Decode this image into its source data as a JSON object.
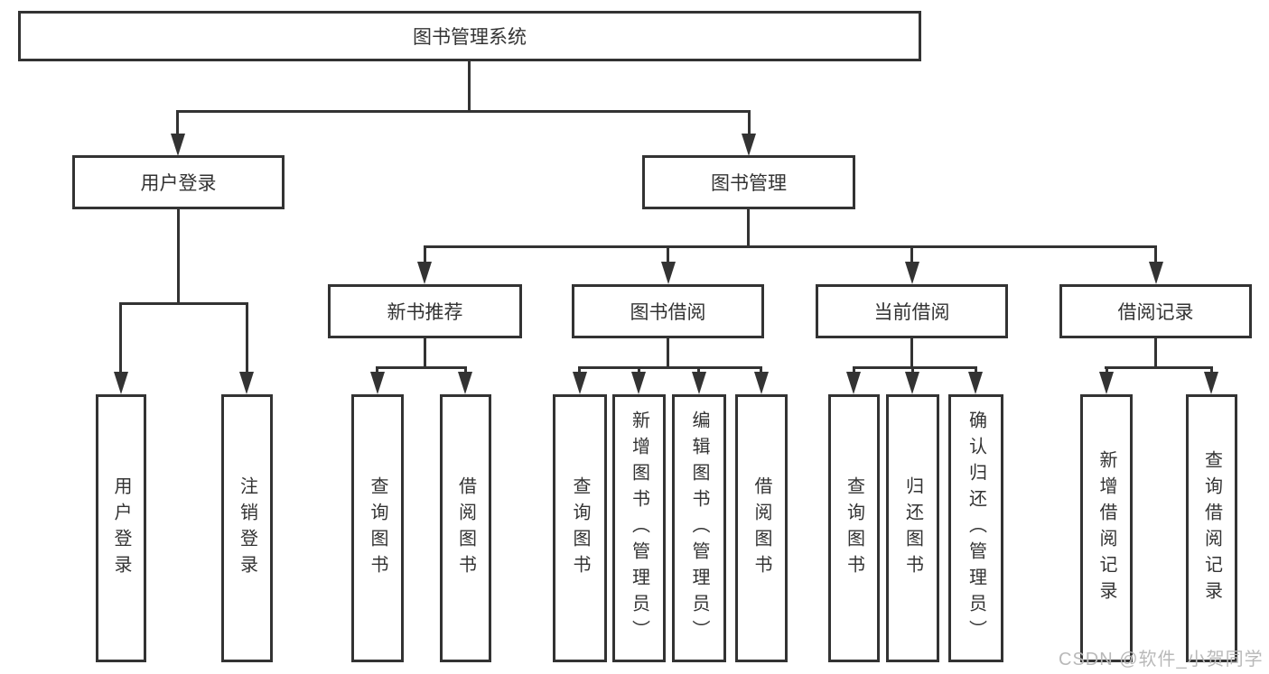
{
  "tree": {
    "root": {
      "label": "图书管理系统"
    },
    "level2": [
      {
        "label": "用户登录"
      },
      {
        "label": "图书管理"
      }
    ],
    "level3": [
      {
        "label": "新书推荐"
      },
      {
        "label": "图书借阅"
      },
      {
        "label": "当前借阅"
      },
      {
        "label": "借阅记录"
      }
    ],
    "leaves": {
      "user_login": [
        "用户登录",
        "注销登录"
      ],
      "new_book": [
        "查询图书",
        "借阅图书"
      ],
      "book_borrow": [
        "查询图书",
        "新增图书（管理员）",
        "编辑图书（管理员）",
        "借阅图书"
      ],
      "current_borrow": [
        "查询图书",
        "归还图书",
        "确认归还（管理员）"
      ],
      "borrow_record": [
        "新增借阅记录",
        "查询借阅记录"
      ]
    }
  },
  "watermark": "CSDN @软件_小贺同学",
  "colors": {
    "line": "#333333",
    "text": "#333333",
    "watermark": "#b9b9b9",
    "background": "#ffffff"
  }
}
